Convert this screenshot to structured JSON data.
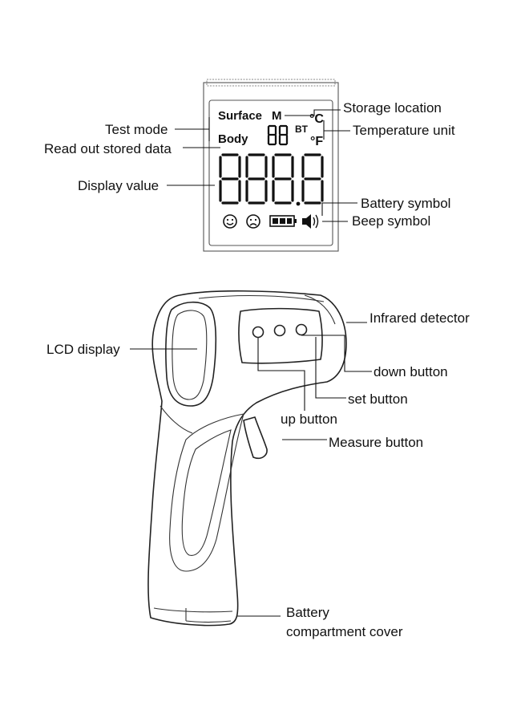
{
  "lcd": {
    "surface": "Surface",
    "m": "M",
    "body": "Body",
    "bt": "BT",
    "celsius": "°C",
    "fahrenheit": "°F",
    "small_digits": "88",
    "big_digits": "888.8"
  },
  "labels": {
    "storage_location": "Storage location",
    "test_mode": "Test mode",
    "temperature_unit": "Temperature unit",
    "read_out_stored_data": "Read out stored data",
    "display_value": "Display value",
    "battery_symbol": "Battery symbol",
    "beep_symbol": "Beep symbol",
    "infrared_detector": "Infrared detector",
    "lcd_display": "LCD display",
    "down_button": "down button",
    "set_button": "set button",
    "up_button": "up button",
    "measure_button": "Measure button",
    "battery_cover_line1": "Battery",
    "battery_cover_line2": "compartment cover"
  }
}
